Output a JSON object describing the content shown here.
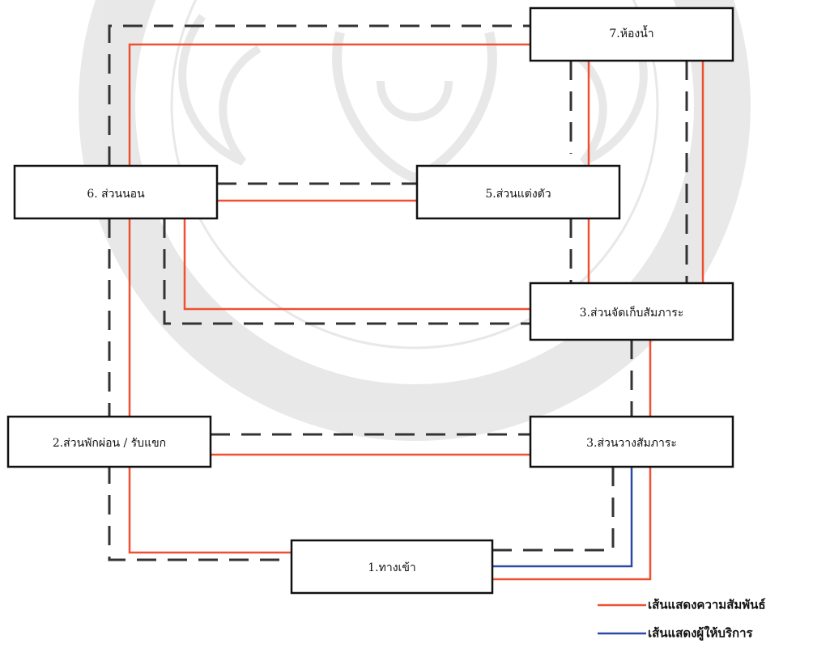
{
  "nodes": {
    "bathroom": "7.ห้องน้ำ",
    "sleeping": "6. ส่วนนอน",
    "dressing": "5.ส่วนแต่งตัว",
    "storage": "3.ส่วนจัดเก็บสัมภาระ",
    "lounge": "2.ส่วนพักผ่อน / รับแขก",
    "luggage": "3.ส่วนวางสัมภาระ",
    "entrance": "1.ทางเข้า"
  },
  "legend": {
    "relationship": "เส้นแสดงความสัมพันธ์",
    "service_staff": "เส้นแสดงผู้ให้บริการ"
  },
  "colors": {
    "relationship_line": "#ee5032",
    "service_line": "#2b4aa8",
    "guest_path": "#333333"
  },
  "watermark_icon": "university-seal-watermark"
}
